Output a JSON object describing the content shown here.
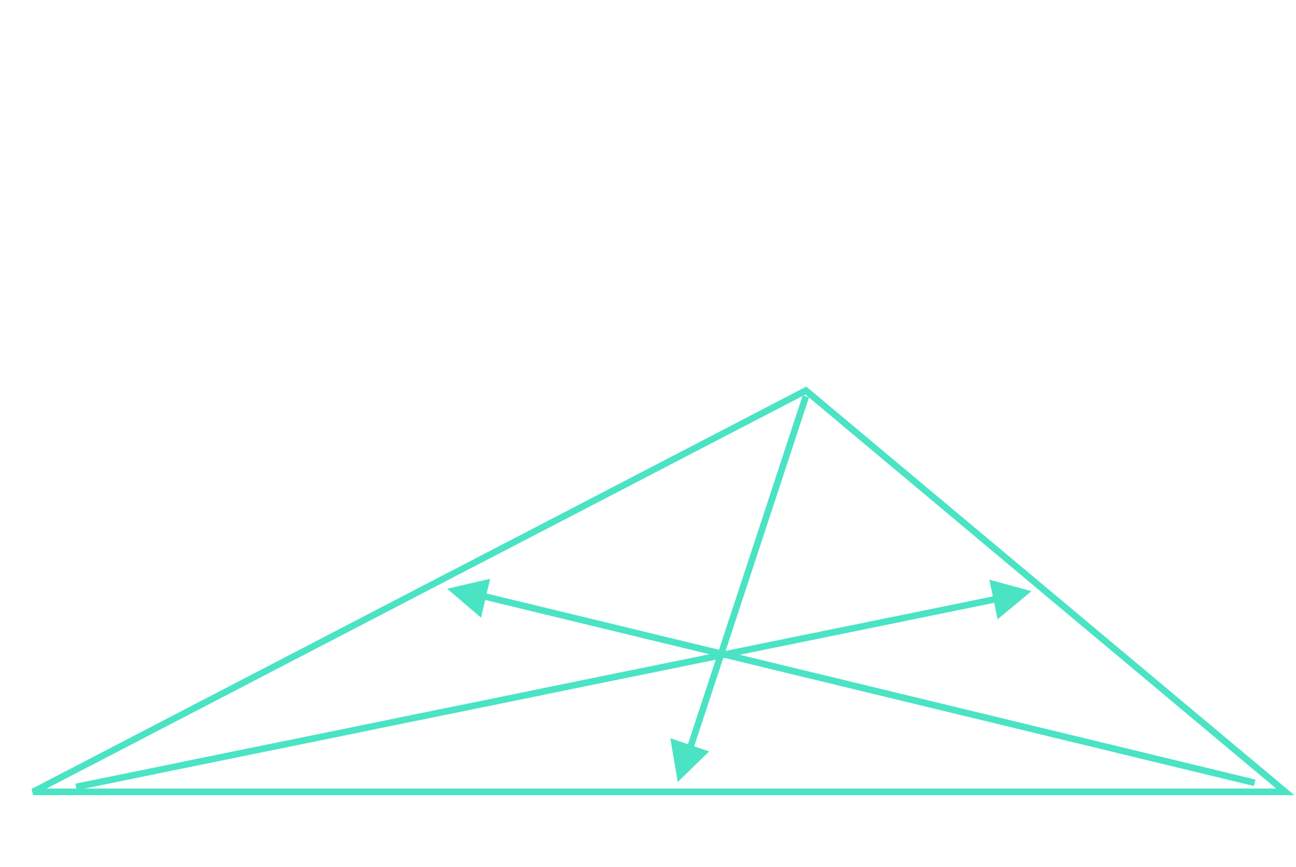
{
  "diagram": {
    "type": "triangle-with-arrows",
    "stroke_color": "#4AE3C4",
    "background": "#ffffff",
    "arrows": [
      "median-from-left-vertex",
      "median-from-right-vertex",
      "median-from-apex"
    ]
  }
}
